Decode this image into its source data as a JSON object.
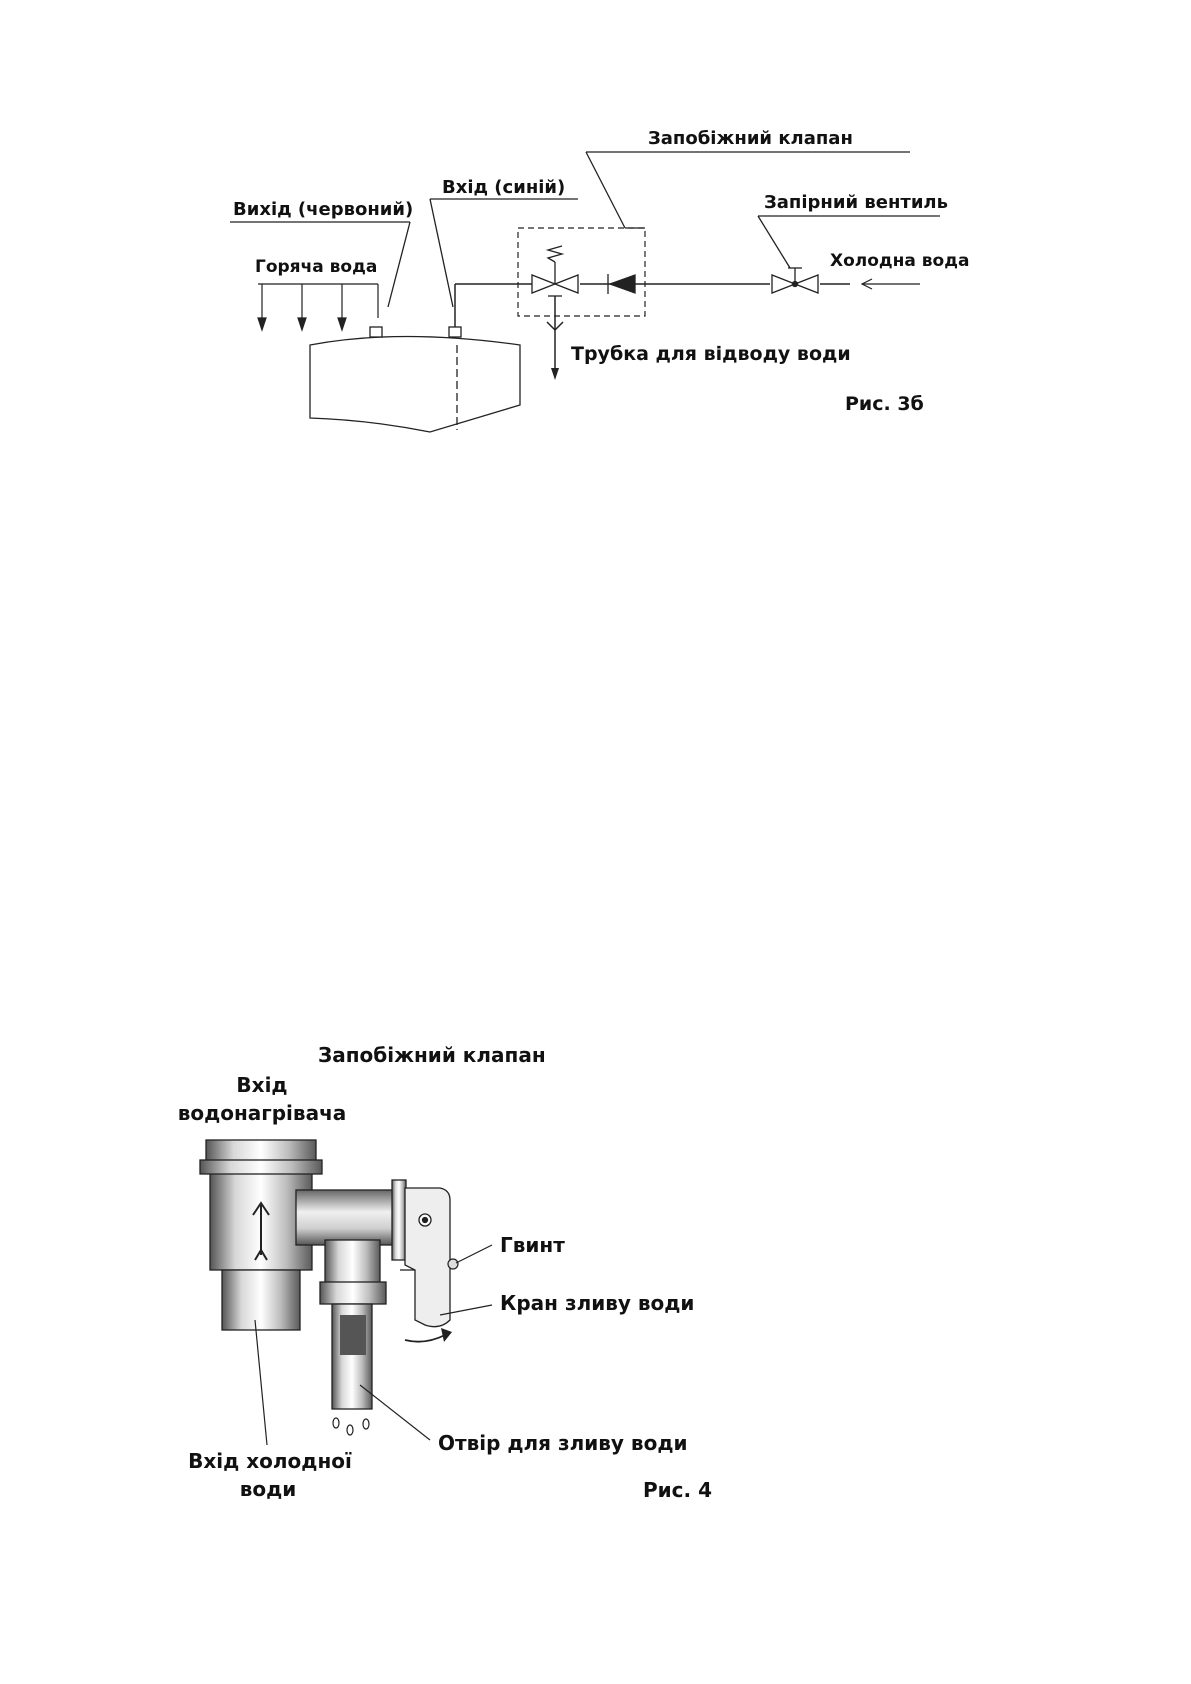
{
  "figure_3b": {
    "label_safety_valve": "Запобіжний клапан",
    "label_inlet": "Вхід (синій)",
    "label_outlet": "Вихід (червоний)",
    "label_shutoff_valve": "Запірний вентиль",
    "label_hot_water": "Горяча вода",
    "label_cold_water": "Холодна вода",
    "label_drain_pipe": "Трубка для відводу води",
    "caption": "Рис. 3б"
  },
  "figure_4": {
    "label_safety_valve": "Запобіжний клапан",
    "label_heater_inlet_line1": "Вхід",
    "label_heater_inlet_line2": "водонагрівача",
    "label_screw": "Гвинт",
    "label_drain_tap": "Кран зливу води",
    "label_drain_hole": "Отвір для зливу води",
    "label_cold_inlet_line1": "Вхід холодної",
    "label_cold_inlet_line2": "води",
    "caption": "Рис. 4"
  }
}
